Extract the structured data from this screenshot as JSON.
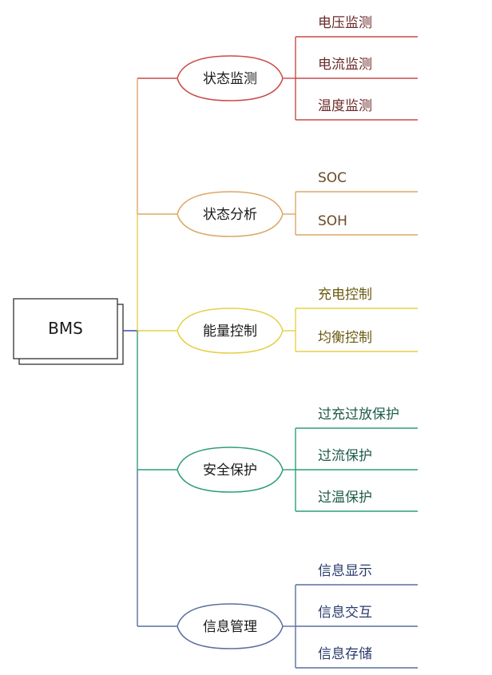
{
  "root": {
    "label": "BMS"
  },
  "colors": {
    "root_line": "#3b4fa0",
    "root_box": "#222222"
  },
  "branches": [
    {
      "label": "状态监测",
      "color": "#c94a4a",
      "leaf_text_color": "#6b2a2a",
      "leaves": [
        "电压监测",
        "电流监测",
        "温度监测"
      ]
    },
    {
      "label": "状态分析",
      "color": "#dba765",
      "leaf_text_color": "#6b4a24",
      "leaves": [
        "SOC",
        "SOH"
      ]
    },
    {
      "label": "能量控制",
      "color": "#e6cf46",
      "leaf_text_color": "#6b5a12",
      "leaves": [
        "充电控制",
        "均衡控制"
      ]
    },
    {
      "label": "安全保护",
      "color": "#2f9e7a",
      "leaf_text_color": "#1e5a4a",
      "leaves": [
        "过充过放保护",
        "过流保护",
        "过温保护"
      ]
    },
    {
      "label": "信息管理",
      "color": "#5a6fa0",
      "leaf_text_color": "#2a3a6b",
      "leaves": [
        "信息显示",
        "信息交互",
        "信息存储"
      ]
    }
  ]
}
